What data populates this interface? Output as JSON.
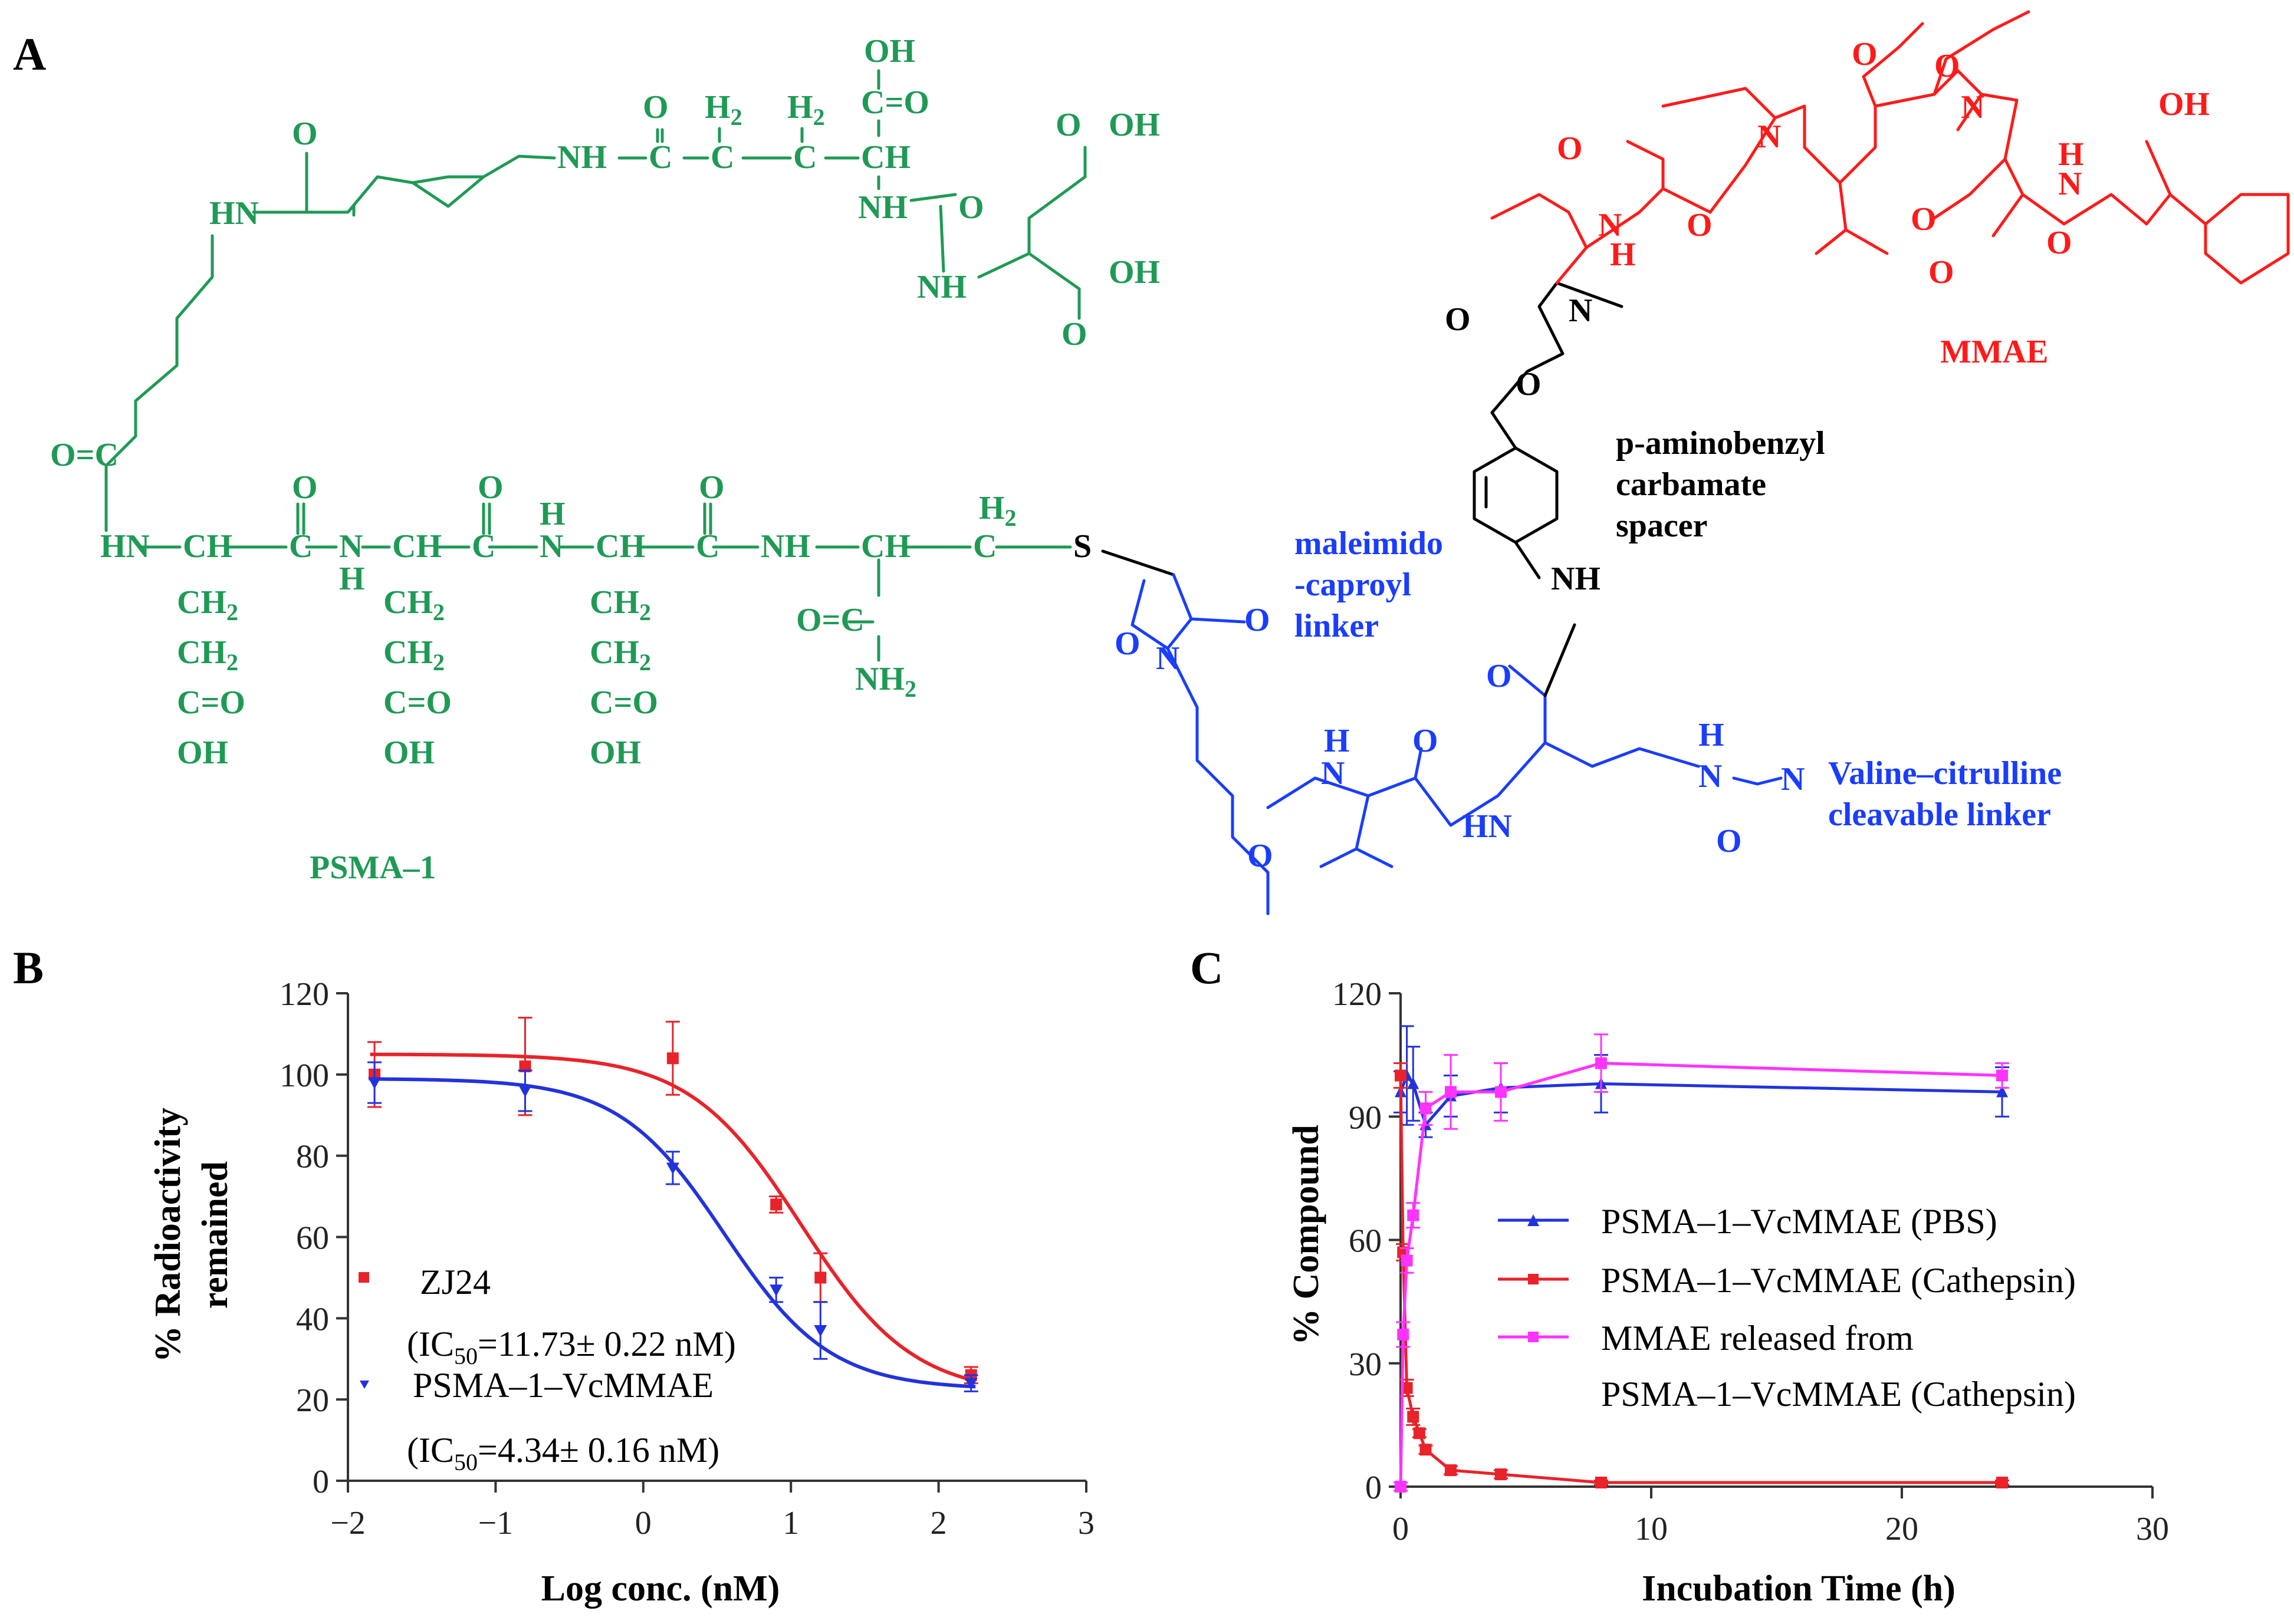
{
  "panels": {
    "a": "A",
    "b": "B",
    "c": "C"
  },
  "colors": {
    "psma": "#1f9a55",
    "mmae": "#ff1a1a",
    "linker": "#1a3dff",
    "spacer": "#000000",
    "zj24": "#e8232a",
    "psma_vcmmae": "#2233dd",
    "pbs": "#2233dd",
    "cathepsin": "#e8232a",
    "released": "#ff33ff"
  },
  "structure": {
    "psma_label": "PSMA–1",
    "mmae_label": "MMAE",
    "spacer_label": [
      "p-aminobenzyl",
      "carbamate",
      "spacer"
    ],
    "maleimido_label": [
      "maleimido",
      "-caproyl",
      "linker"
    ],
    "valcit_label": [
      "Valine–citrulline",
      "cleavable linker"
    ],
    "atoms": {
      "nh": "NH",
      "hn": "HN",
      "n": "N",
      "h": "H",
      "o": "O",
      "s": "S",
      "oh": "OH",
      "cooh_top": "C=O",
      "o_eq_c": "O=C",
      "c_eq_o": "C=O",
      "ch": "CH",
      "c": "C",
      "ch2": "CH",
      "two": "2",
      "ch2c": "CH",
      "nh2": "NH",
      "oeqc": "O=C",
      "dash": "–"
    }
  },
  "chart_data": [
    {
      "type": "scatter",
      "panel": "B",
      "xlabel": "Log conc. (nM)",
      "ylabel_line1": "% Radioactivity",
      "ylabel_line2": "remained",
      "xlim": [
        -2,
        3
      ],
      "ylim": [
        0,
        120
      ],
      "xticks": [
        "−2",
        "−1",
        "0",
        "1",
        "2",
        "3"
      ],
      "yticks": [
        "0",
        "20",
        "40",
        "60",
        "80",
        "100",
        "120"
      ],
      "series": [
        {
          "name": "ZJ24",
          "ic50_text": "(IC",
          "ic50_sub": "50",
          "ic50_rest": "=11.73± 0.22 nM)",
          "points": [
            [
              -1.82,
              100
            ],
            [
              -0.8,
              102
            ],
            [
              0.2,
              104
            ],
            [
              0.9,
              68
            ],
            [
              1.2,
              50
            ],
            [
              2.22,
              26
            ]
          ],
          "errors": [
            8,
            12,
            9,
            2,
            6,
            2
          ],
          "fit": {
            "top": 105,
            "bottom": 21,
            "logec50": 1.07,
            "hill": 0.85
          }
        },
        {
          "name": "PSMA–1–VcMMAE",
          "ic50_text": "(IC",
          "ic50_sub": "50",
          "ic50_rest": "=4.34± 0.16 nM)",
          "points": [
            [
              -1.82,
              98
            ],
            [
              -0.8,
              96
            ],
            [
              0.2,
              77
            ],
            [
              0.9,
              47
            ],
            [
              1.2,
              37
            ],
            [
              2.22,
              24
            ]
          ],
          "errors": [
            5,
            5,
            4,
            3,
            7,
            2
          ],
          "fit": {
            "top": 99,
            "bottom": 22.5,
            "logec50": 0.55,
            "hill": 0.9
          }
        }
      ]
    },
    {
      "type": "line",
      "panel": "C",
      "xlabel": "Incubation Time (h)",
      "ylabel": "% Compound",
      "xlim": [
        0,
        30
      ],
      "ylim": [
        0,
        120
      ],
      "xticks": [
        "0",
        "10",
        "20",
        "30"
      ],
      "yticks": [
        "0",
        "30",
        "60",
        "90",
        "120"
      ],
      "legend_position": "middle-right",
      "series": [
        {
          "name": "PSMA–1–VcMMAE (PBS)",
          "x": [
            0,
            0.25,
            0.5,
            1,
            2,
            4,
            8,
            24
          ],
          "y": [
            96,
            100,
            98,
            88,
            95,
            97,
            98,
            96
          ],
          "errors": [
            5,
            12,
            9,
            3,
            5,
            6,
            7,
            6
          ]
        },
        {
          "name": "PSMA–1–VcMMAE (Cathepsin)",
          "x": [
            0,
            0.1,
            0.25,
            0.5,
            0.75,
            1,
            2,
            4,
            8,
            24
          ],
          "y": [
            100,
            57,
            24,
            17,
            13,
            9,
            4,
            3,
            1,
            1
          ],
          "errors": [
            3,
            2,
            2,
            2,
            1,
            1,
            1,
            1,
            0.5,
            0.5
          ]
        },
        {
          "name": "MMAE released from",
          "name_line2": "PSMA–1–VcMMAE (Cathepsin)",
          "x": [
            0,
            0.1,
            0.25,
            0.5,
            1,
            2,
            4,
            8,
            24
          ],
          "y": [
            0,
            37,
            55,
            66,
            92,
            96,
            96,
            103,
            100
          ],
          "errors": [
            1,
            3,
            3,
            3,
            4,
            9,
            7,
            7,
            3
          ]
        }
      ]
    }
  ]
}
